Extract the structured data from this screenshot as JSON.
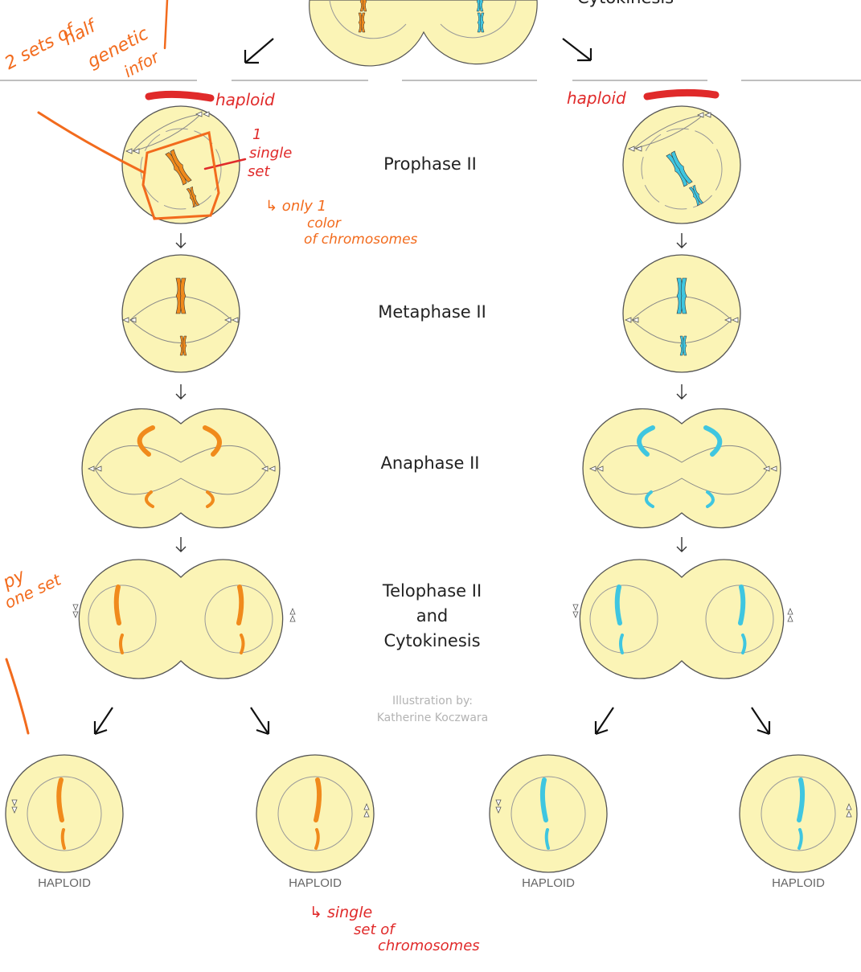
{
  "stages": {
    "top_partial": "Cytokinesis",
    "prophase": "Prophase II",
    "metaphase": "Metaphase II",
    "anaphase": "Anaphase II",
    "telophase_1": "Telophase II",
    "telophase_2": "and",
    "telophase_3": "Cytokinesis"
  },
  "credit": {
    "line1": "Illustration by:",
    "line2": "Katherine Koczwara"
  },
  "result_labels": [
    "HAPLOID",
    "HAPLOID",
    "HAPLOID",
    "HAPLOID"
  ],
  "annotations": {
    "haploid_left": "haploid",
    "haploid_right": "haploid",
    "single_set_1": "1",
    "single_set_2": "single",
    "single_set_3": "set",
    "only_one_1": "↳ only 1",
    "only_one_2": "color",
    "only_one_3": "of chromosomes",
    "two_sets_1": "2 sets of",
    "two_sets_2": "half",
    "two_sets_3": "genetic",
    "two_sets_4": "infor",
    "copy_1": "py",
    "copy_2": "one set",
    "bottom_1": "↳ single",
    "bottom_2": "set of",
    "bottom_3": "chromosomes"
  },
  "colors": {
    "cell_fill": "#fbf4b6",
    "cell_stroke": "#555555",
    "orange_chromosome": "#f08a1c",
    "blue_chromosome": "#3fc6e0",
    "red_ink": "#e02a2a",
    "orange_ink": "#f26b1d"
  }
}
